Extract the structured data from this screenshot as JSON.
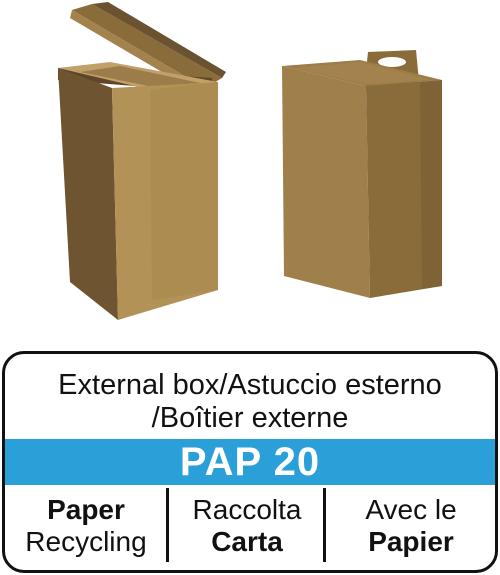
{
  "label": {
    "title_line1": "External box/Astuccio esterno",
    "title_line2": "/Boîtier externe",
    "material_code": "PAP 20",
    "columns": [
      {
        "line1": "Paper",
        "line2": "Recycling"
      },
      {
        "line1": "Raccolta",
        "line2": "Carta"
      },
      {
        "line1": "Avec le",
        "line2": "Papier"
      }
    ]
  },
  "colors": {
    "band": "#2a9fd8",
    "cardboard_light": "#b39257",
    "cardboard_mid": "#8a6c3a",
    "cardboard_dark": "#6b5230"
  },
  "illustration": {
    "items": [
      "open-flap-box",
      "hanger-tab-box"
    ]
  }
}
